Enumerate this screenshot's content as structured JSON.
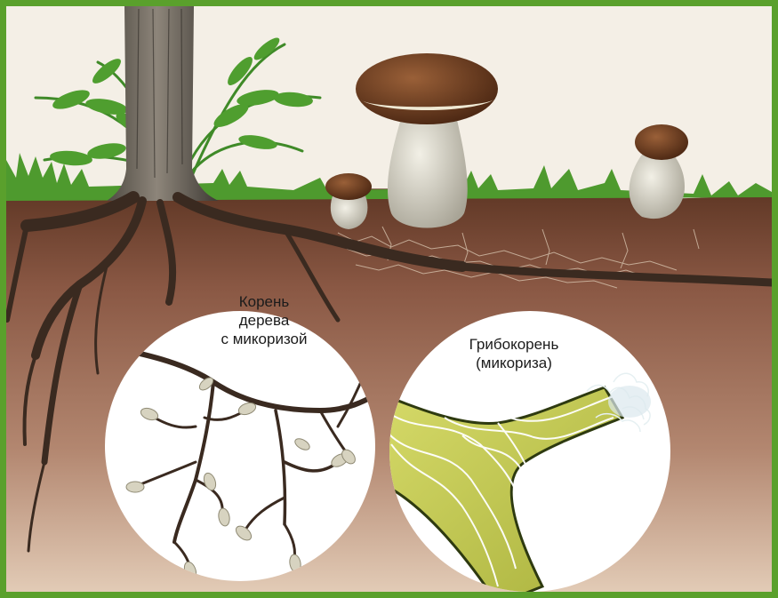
{
  "colors": {
    "frame": "#5aa02c",
    "sky": "#f4efe6",
    "soil_top": "#6b3f2a",
    "soil": "#8f5e48",
    "soil_deep": "#c49b80",
    "grass": "#4e9a2e",
    "root": "#3a2a20",
    "mushroom_cap": "#6b3a1e",
    "mushroom_stem": "#d9d6c8",
    "inset_bg": "#ffffff",
    "mycorrhiza_root": "#c5cc55",
    "hyphae": "#ffffff"
  },
  "labels": {
    "root_with_mycorrhiza": [
      "Корень",
      "дерева",
      "с микоризой"
    ],
    "mycorrhiza": [
      "Грибокорень",
      "(микориза)"
    ]
  },
  "icons": [
    "tree-trunk-icon",
    "fern-icon",
    "porcini-mushroom-icon",
    "root-icon",
    "hyphae-icon"
  ]
}
